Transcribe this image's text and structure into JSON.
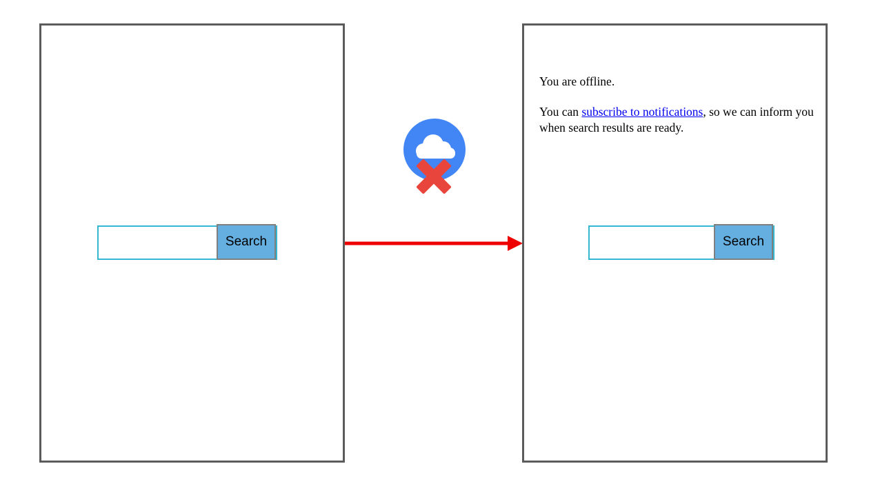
{
  "left_panel": {
    "search_value": "",
    "search_button": "Search"
  },
  "right_panel": {
    "message_offline": "You are offline.",
    "message_notify_prefix": "You can ",
    "message_notify_link": "subscribe to notifications",
    "message_notify_suffix": ", so we can inform you when search results are ready.",
    "search_value": "",
    "search_button": "Search"
  },
  "icons": {
    "offline_cloud": "cloud-with-cross-icon",
    "flow_arrow": "right-arrow-icon"
  },
  "colors": {
    "frame_border": "#5b5b5b",
    "input_border": "#35b7d1",
    "button_fill": "#65aee0",
    "button_border": "#7f7f7f",
    "icon_circle_blue": "#4285F4",
    "icon_cross_red": "#E8463C",
    "arrow_red": "#ee0000",
    "link_blue": "#0000EE",
    "text_black": "#000000"
  }
}
